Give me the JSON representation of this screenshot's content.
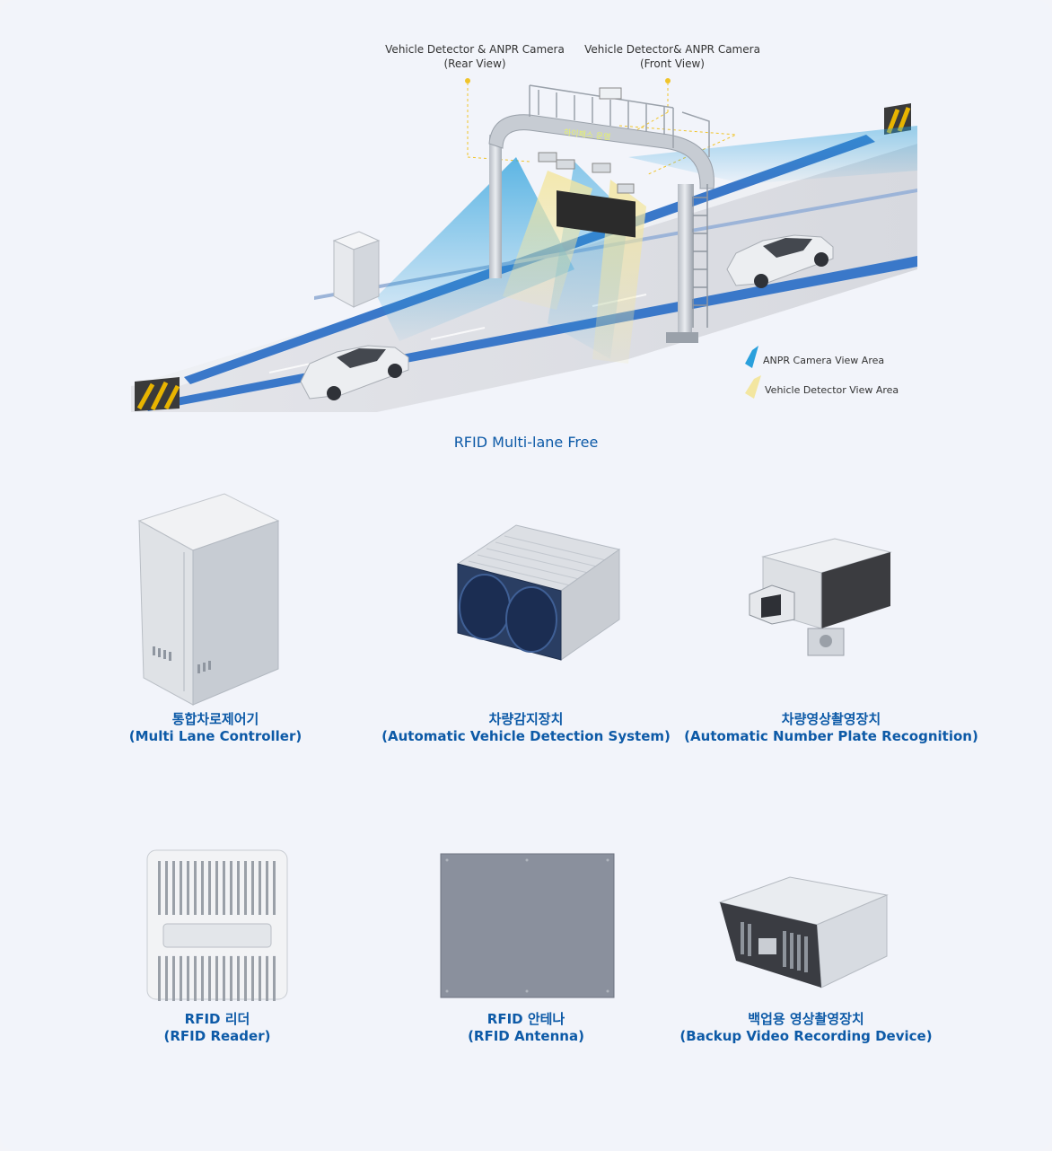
{
  "diagram": {
    "callouts": {
      "rear": {
        "line1": "Vehicle Detector & ANPR Camera",
        "line2": "(Rear View)"
      },
      "front": {
        "line1": "Vehicle Detector& ANPR Camera",
        "line2": "(Front View)"
      }
    },
    "sign_text": "하이패스 운영",
    "legend": {
      "anpr": "ANPR Camera View Area",
      "detector": "Vehicle Detector View Area"
    },
    "caption": "RFID Multi-lane Free",
    "colors": {
      "anpr": "#2aa0dc",
      "detector": "#f3e6a0",
      "caption": "#0d5aa7"
    }
  },
  "products": [
    {
      "kr": "통합차로제어기",
      "en": "(Multi Lane Controller)",
      "icon": "cabinet-icon"
    },
    {
      "kr": "차량감지장치",
      "en": "(Automatic Vehicle Detection System)",
      "icon": "detector-icon"
    },
    {
      "kr": "차량영상촬영장치",
      "en": "(Automatic Number Plate Recognition)",
      "icon": "anpr-camera-icon"
    },
    {
      "kr": "RFID 리더",
      "en": "(RFID Reader)",
      "icon": "rfid-reader-icon"
    },
    {
      "kr": "RFID 안테나",
      "en": "(RFID Antenna)",
      "icon": "rfid-antenna-icon"
    },
    {
      "kr": "백업용 영상촬영장치",
      "en": "(Backup Video Recording Device)",
      "icon": "backup-camera-icon"
    }
  ]
}
